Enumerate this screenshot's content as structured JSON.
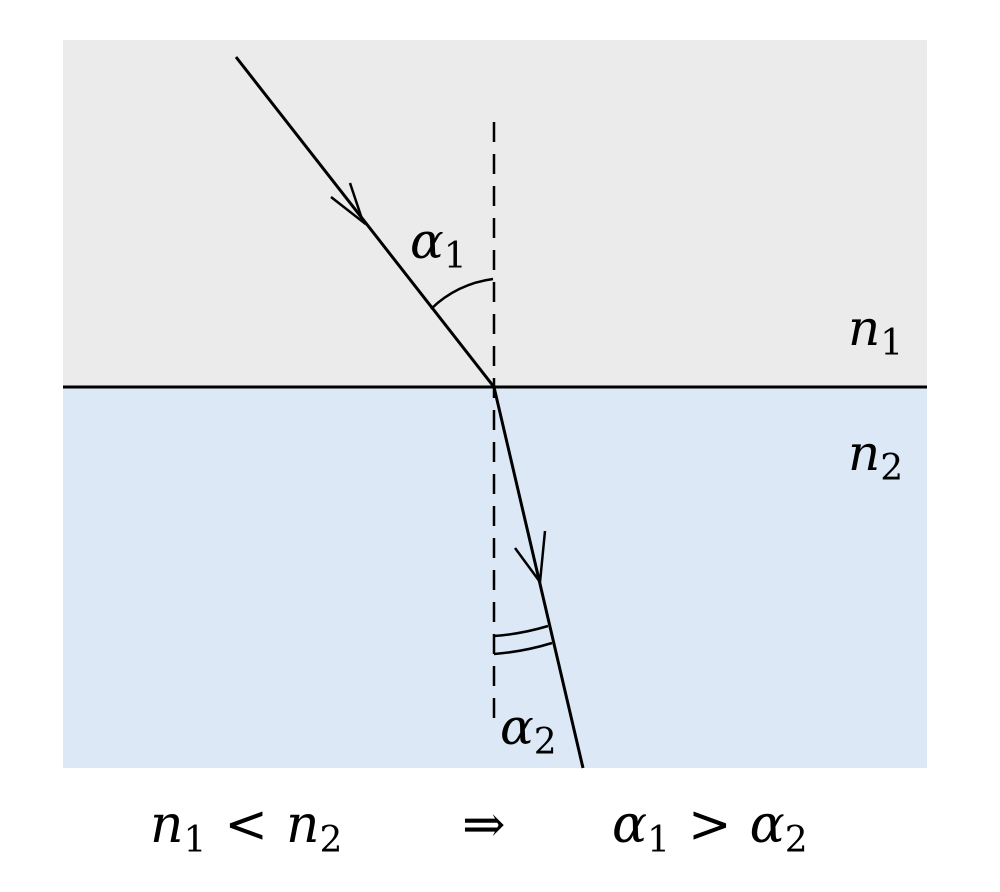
{
  "colors": {
    "medium1": "#ebebeb",
    "medium2": "#dce8f6",
    "ink": "#000000"
  },
  "labels": {
    "angle1": {
      "symbol": "α",
      "sub": "1"
    },
    "angle2": {
      "symbol": "α",
      "sub": "2"
    },
    "n1": {
      "symbol": "n",
      "sub": "1"
    },
    "n2": {
      "symbol": "n",
      "sub": "2"
    }
  },
  "relation": {
    "left": {
      "a": "n",
      "a_sub": "1",
      "op": "<",
      "b": "n",
      "b_sub": "2"
    },
    "implies": "⇒",
    "right": {
      "a": "α",
      "a_sub": "1",
      "op": ">",
      "b": "α",
      "b_sub": "2"
    }
  }
}
